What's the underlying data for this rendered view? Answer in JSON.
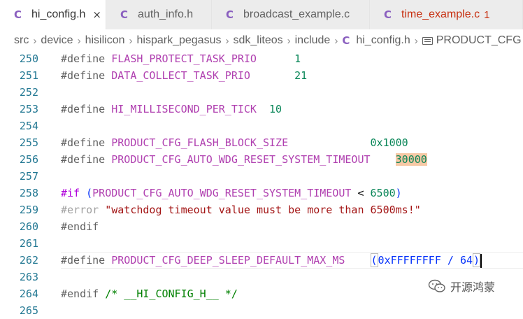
{
  "tabs": [
    {
      "label": "hi_config.h",
      "icon": "c-file-icon",
      "active": true,
      "closable": true,
      "close_glyph": "×"
    },
    {
      "label": "auth_info.h",
      "icon": "c-file-icon"
    },
    {
      "label": "broadcast_example.c",
      "icon": "c-file-icon"
    },
    {
      "label": "time_example.c",
      "icon": "c-file-icon",
      "problems": "1"
    }
  ],
  "tab_icon_glyph": "C",
  "breadcrumb": {
    "folders": [
      "src",
      "device",
      "hisilicon",
      "hispark_pegasus",
      "sdk_liteos",
      "include"
    ],
    "file": "hi_config.h",
    "symbol": "PRODUCT_CFG"
  },
  "editor": {
    "lines": [
      {
        "n": "250",
        "tokens": [
          [
            "define",
            "#define "
          ],
          [
            "macro",
            "FLASH_PROTECT_TASK_PRIO"
          ],
          [
            "plain",
            "      "
          ],
          [
            "num",
            "1"
          ]
        ]
      },
      {
        "n": "251",
        "tokens": [
          [
            "define",
            "#define "
          ],
          [
            "macro",
            "DATA_COLLECT_TASK_PRIO"
          ],
          [
            "plain",
            "       "
          ],
          [
            "num",
            "21"
          ]
        ]
      },
      {
        "n": "252",
        "tokens": []
      },
      {
        "n": "253",
        "tokens": [
          [
            "define",
            "#define "
          ],
          [
            "macro",
            "HI_MILLISECOND_PER_TICK"
          ],
          [
            "plain",
            "  "
          ],
          [
            "num",
            "10"
          ]
        ]
      },
      {
        "n": "254",
        "tokens": []
      },
      {
        "n": "255",
        "tokens": [
          [
            "define",
            "#define "
          ],
          [
            "macro",
            "PRODUCT_CFG_FLASH_BLOCK_SIZE"
          ],
          [
            "plain",
            "             "
          ],
          [
            "num",
            "0x1000"
          ]
        ]
      },
      {
        "n": "256",
        "tokens": [
          [
            "define",
            "#define "
          ],
          [
            "macro",
            "PRODUCT_CFG_AUTO_WDG_RESET_SYSTEM_TIMEOUT"
          ],
          [
            "plain",
            "    "
          ],
          [
            "hl",
            "30000"
          ]
        ]
      },
      {
        "n": "257",
        "tokens": []
      },
      {
        "n": "258",
        "tokens": [
          [
            "ctrl",
            "#if "
          ],
          [
            "paren",
            "("
          ],
          [
            "macro",
            "PRODUCT_CFG_AUTO_WDG_RESET_SYSTEM_TIMEOUT"
          ],
          [
            "plain",
            " < "
          ],
          [
            "num",
            "6500"
          ],
          [
            "paren",
            ")"
          ]
        ]
      },
      {
        "n": "259",
        "tokens": [
          [
            "err",
            "#error "
          ],
          [
            "str",
            "\"watchdog timeout value must be more than 6500ms!\""
          ]
        ]
      },
      {
        "n": "260",
        "tokens": [
          [
            "define",
            "#endif"
          ]
        ]
      },
      {
        "n": "261",
        "tokens": []
      },
      {
        "n": "262",
        "current": true,
        "tokens": [
          [
            "define",
            "#define "
          ],
          [
            "macro",
            "PRODUCT_CFG_DEEP_SLEEP_DEFAULT_MAX_MS"
          ],
          [
            "plain",
            "    "
          ],
          [
            "bracket",
            "("
          ],
          [
            "paren",
            "0xFFFFFFFF / 64"
          ],
          [
            "bracket",
            ")"
          ],
          [
            "cursor",
            ""
          ]
        ]
      },
      {
        "n": "263",
        "tokens": []
      },
      {
        "n": "264",
        "tokens": [
          [
            "define",
            "#endif "
          ],
          [
            "comment",
            "/* __HI_CONFIG_H__ */"
          ]
        ]
      },
      {
        "n": "265",
        "tokens": []
      }
    ]
  },
  "watermark": {
    "text": "开源鸿蒙",
    "icon": "wechat-icon"
  },
  "colors": {
    "accent_c_icon": "#8a5fbf",
    "line_number": "#237893",
    "modified_tab": "#c72e0f"
  }
}
